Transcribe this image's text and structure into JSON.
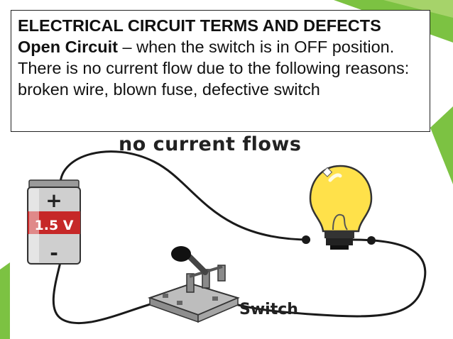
{
  "slide": {
    "heading": "ELECTRICAL CIRCUIT TERMS AND DEFECTS",
    "term": "Open Circuit",
    "definition": " – when the switch is in OFF position. There is no current flow due to the following reasons: broken wire, blown fuse, defective switch"
  },
  "diagram": {
    "caption": "no current flows",
    "battery_label": "1.5 V",
    "switch_label": "Switch"
  },
  "colors": {
    "accent_green": "#7cc242",
    "battery_red": "#c62828",
    "bulb_yellow": "#ffe14a"
  }
}
